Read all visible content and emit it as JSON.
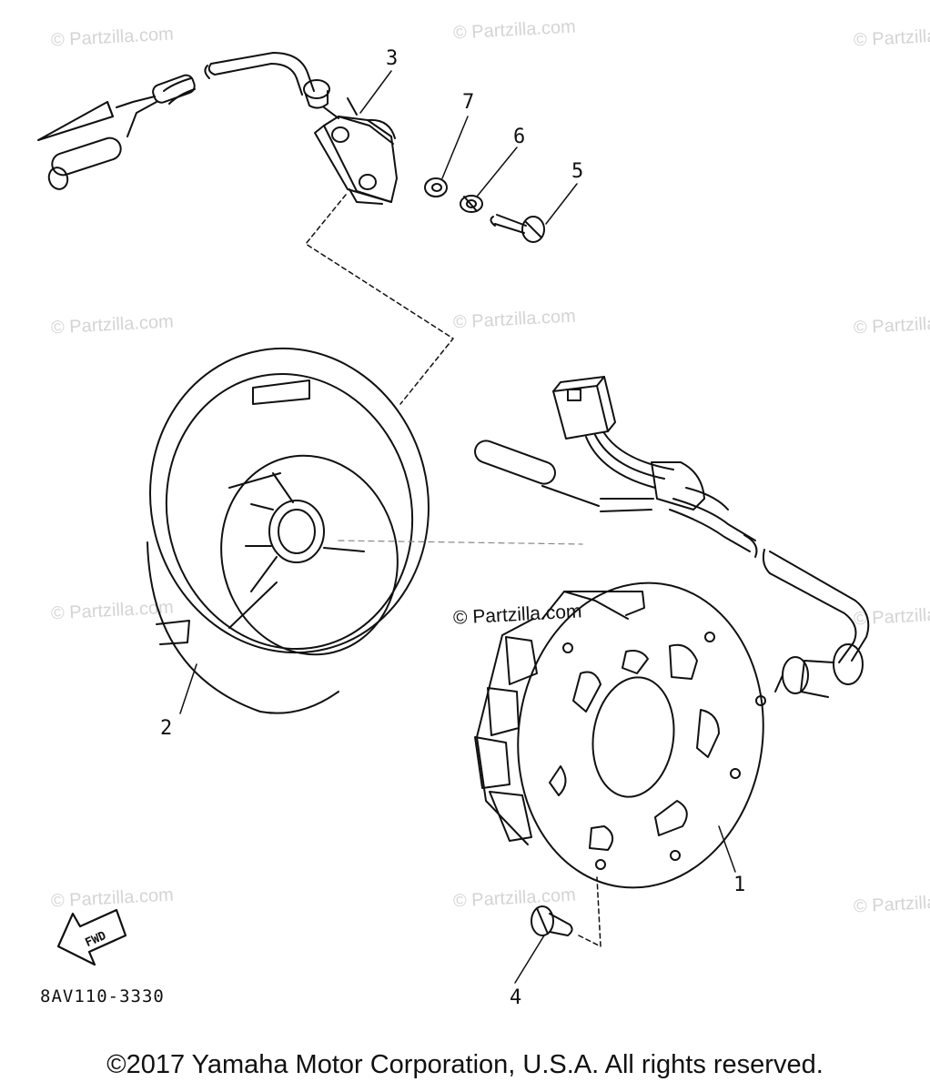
{
  "watermark": "© Partzilla.com",
  "watermark_center": "© Partzilla.com",
  "callouts": {
    "part_1": "1",
    "part_2": "2",
    "part_3": "3",
    "part_4": "4",
    "part_5": "5",
    "part_6": "6",
    "part_7": "7"
  },
  "fwd_arrow_label": "FWD",
  "drawing_code": "8AV110-3330",
  "copyright": "©2017 Yamaha Motor Corporation, U.S.A. All rights reserved."
}
